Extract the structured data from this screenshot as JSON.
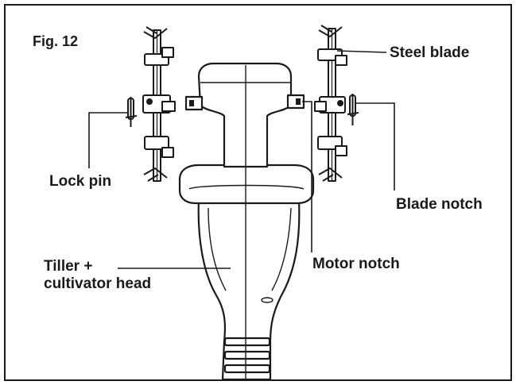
{
  "figure": {
    "label": "Fig. 12"
  },
  "callouts": {
    "steel_blade": "Steel blade",
    "lock_pin": "Lock pin",
    "blade_notch": "Blade notch",
    "motor_notch": "Motor notch",
    "tiller_line1": "Tiller +",
    "tiller_line2": "cultivator head"
  },
  "colors": {
    "line": "#1a1a1a",
    "background": "#ffffff"
  }
}
